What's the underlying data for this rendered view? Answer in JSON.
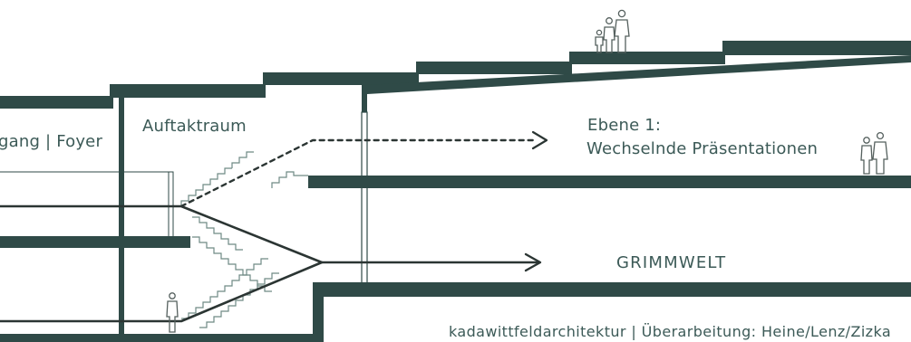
{
  "labels": {
    "foyer": "gang | Foyer",
    "auftaktraum": "Auftaktraum",
    "ebene_line1": "Ebene 1:",
    "ebene_line2": "Wechselnde Präsentationen",
    "grimmwelt": "GRIMMWELT",
    "credit": "kadawittfeldarchitektur | Überarbeitung: Heine/Lenz/Zizka"
  },
  "colors": {
    "structure": "#2f4a47",
    "line": "#2b3533",
    "text": "#3c5a57",
    "stair": "#6f8a85",
    "figure": "#55605e"
  },
  "icons": [
    "person-figure-icon",
    "stair-icon",
    "arrow-right-icon"
  ]
}
